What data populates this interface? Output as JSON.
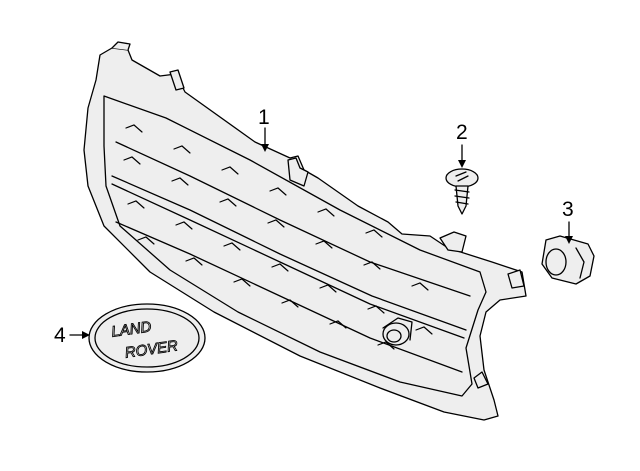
{
  "callouts": [
    {
      "id": "1"
    },
    {
      "id": "2"
    },
    {
      "id": "3"
    },
    {
      "id": "4"
    }
  ],
  "badge": {
    "line1": "LAND",
    "line2": "ROVER"
  },
  "colors": {
    "line": "#000000",
    "part_fill": "#eeeeee",
    "background": "#ffffff"
  }
}
